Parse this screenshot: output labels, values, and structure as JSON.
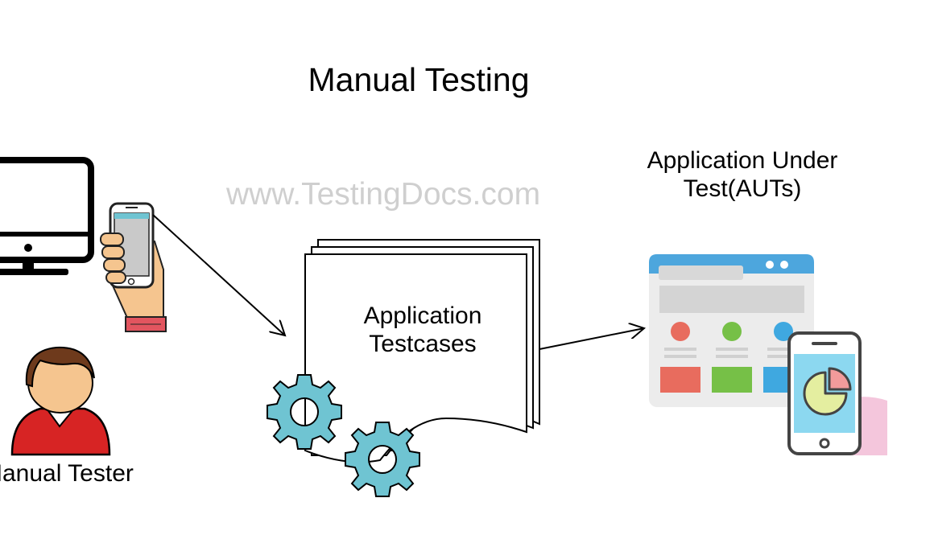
{
  "diagram": {
    "title": "Manual Testing",
    "watermark": "www.TestingDocs.com",
    "nodes": {
      "tester": {
        "label": "Manual Tester"
      },
      "testcases": {
        "label_line1": "Application",
        "label_line2": "Testcases"
      },
      "aut": {
        "label_line1": "Application Under",
        "label_line2": "Test(AUTs)"
      }
    },
    "edges": [
      {
        "from": "tester",
        "to": "testcases"
      },
      {
        "from": "testcases",
        "to": "aut"
      }
    ]
  },
  "colors": {
    "gear": "#6fc4d2",
    "browser_bar": "#4da6dd",
    "browser_body": "#ececec",
    "red": "#e86c5e",
    "green": "#76c047",
    "blue": "#3fa8e0",
    "shirt": "#d72424",
    "hair": "#6e3a1c",
    "skin": "#f5c58f"
  },
  "icons": [
    "monitor-icon",
    "phone-in-hand-icon",
    "person-avatar-icon",
    "gear-icon",
    "document-stack-icon",
    "browser-window-icon",
    "smartphone-chart-icon"
  ]
}
